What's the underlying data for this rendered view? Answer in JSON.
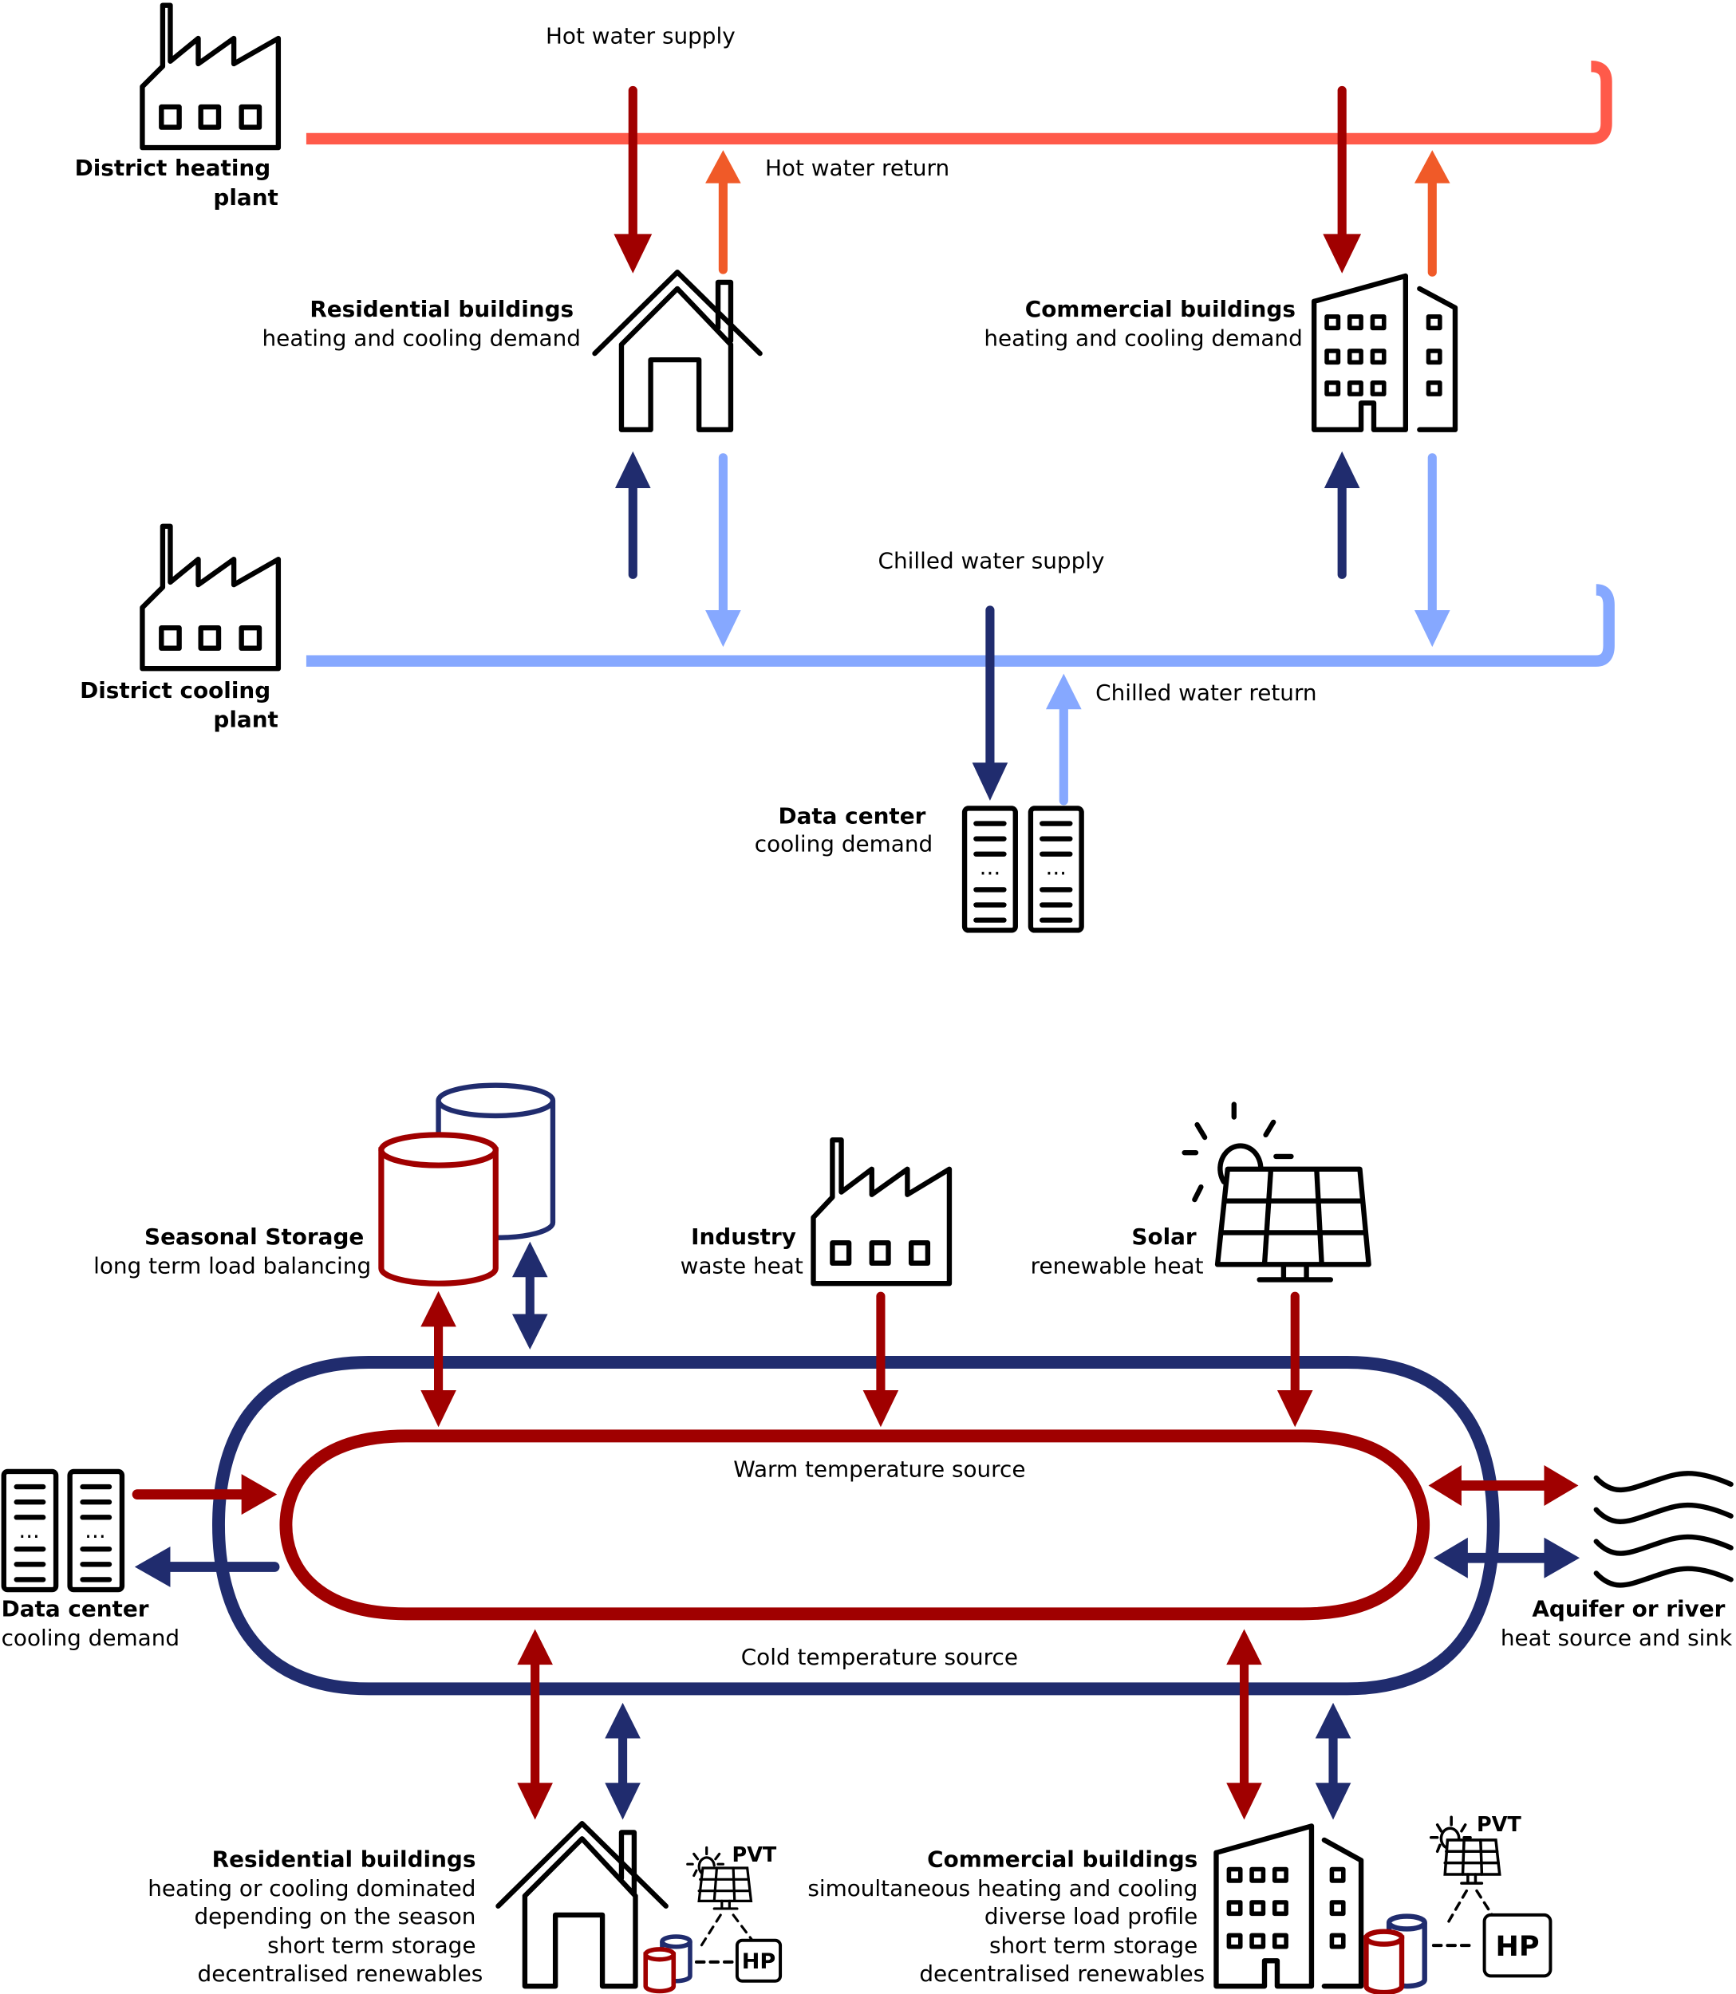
{
  "colors": {
    "hot_supply": "#a00000",
    "hot_return": "#f05a28",
    "hot_return_pipe": "#ff5a4a",
    "chilled_supply": "#202c6e",
    "chilled_return": "#86a8ff",
    "warm_loop": "#a00000",
    "cold_loop": "#202c6e",
    "icon": "#000000"
  },
  "top_diagram": {
    "hot_water_supply": "Hot water supply",
    "hot_water_return": "Hot water return",
    "chilled_water_supply": "Chilled water supply",
    "chilled_water_return": "Chilled water return",
    "heating_plant": {
      "line1": "District heating",
      "line2": "plant"
    },
    "cooling_plant": {
      "line1": "District cooling",
      "line2": "plant"
    },
    "residential": {
      "title": "Residential buildings",
      "subtitle": "heating and cooling demand"
    },
    "commercial": {
      "title": "Commercial buildings",
      "subtitle": "heating and cooling demand"
    },
    "data_center": {
      "title": "Data center",
      "subtitle": "cooling demand",
      "rack_dots": "..."
    }
  },
  "bottom_diagram": {
    "warm_source": "Warm temperature source",
    "cold_source": "Cold temperature source",
    "seasonal_storage": {
      "title": "Seasonal Storage",
      "subtitle": "long term load balancing"
    },
    "industry": {
      "title": "Industry",
      "subtitle": "waste heat"
    },
    "solar": {
      "title": "Solar",
      "subtitle": "renewable heat"
    },
    "data_center": {
      "title": "Data center",
      "subtitle": "cooling demand",
      "rack_dots": "..."
    },
    "aquifer": {
      "title": "Aquifer or river",
      "subtitle": "heat source and sink"
    },
    "residential": {
      "title": "Residential buildings",
      "lines": [
        "heating or cooling dominated",
        "depending on the season",
        "short term storage",
        "decentralised renewables"
      ],
      "pvt": "PVT",
      "hp": "HP"
    },
    "commercial": {
      "title": "Commercial buildings",
      "lines": [
        "simoultaneous heating and cooling",
        "diverse load profile",
        "short term storage",
        "decentralised renewables"
      ],
      "pvt": "PVT",
      "hp": "HP"
    }
  }
}
